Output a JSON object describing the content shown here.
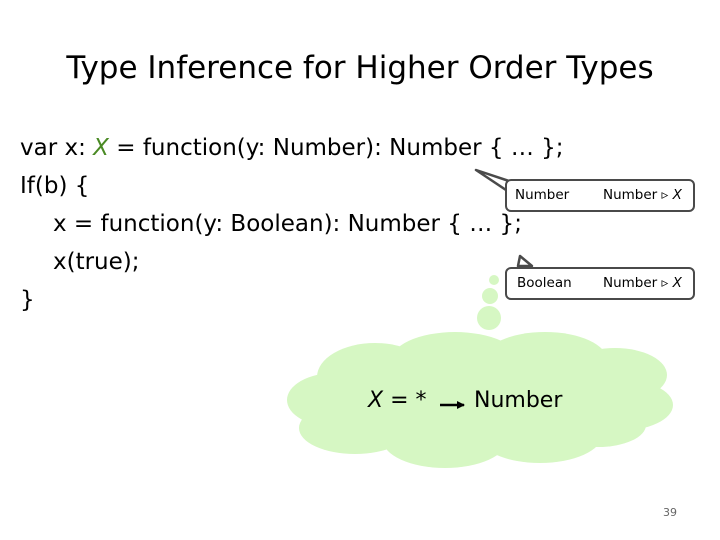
{
  "title": "Type Inference for Higher Order Types",
  "code": {
    "line1_before": "var x: ",
    "line1_var": "X",
    "line1_after": " = function(y: Number): Number { … };",
    "line2": "If(b) {",
    "line3": "x = function(y: Boolean): Number { … };",
    "line4": "x(true);",
    "line5": "}"
  },
  "constraints": [
    {
      "from": "Number",
      "to": "Number ▹ ",
      "var": "X"
    },
    {
      "from": "Boolean",
      "to": "Number ▹ ",
      "var": "X"
    }
  ],
  "result": {
    "var": "X",
    "eq": " = *",
    "to": "Number"
  },
  "page_number": "39",
  "colors": {
    "type_var": "#4a8a24",
    "cloud_fill": "#d6f7c3",
    "box_border": "#4a4a4a"
  }
}
